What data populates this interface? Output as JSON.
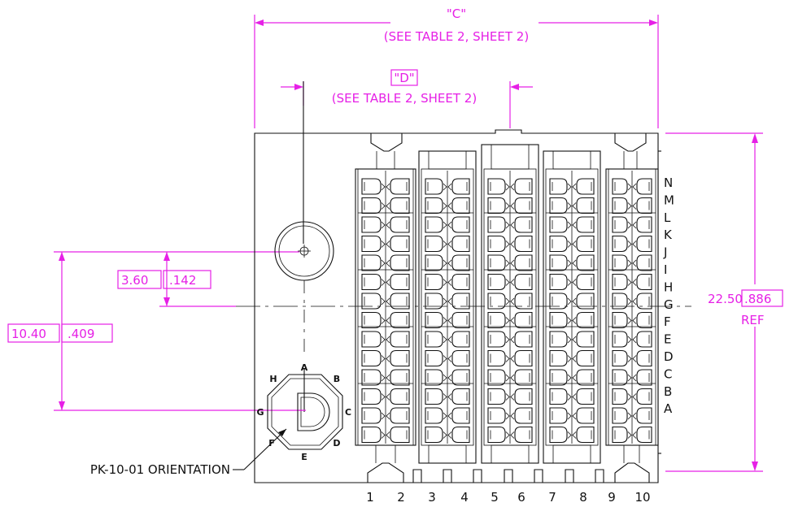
{
  "dimensions": {
    "c_label": "\"C\"",
    "c_note": "(SEE TABLE 2, SHEET 2)",
    "d_label": "\"D\"",
    "d_note": "(SEE TABLE 2, SHEET 2)",
    "height_mm": "22.50",
    "height_in": ".886",
    "height_ref": "REF",
    "offset_small_mm": "3.60",
    "offset_small_in": ".142",
    "offset_large_mm": "10.40",
    "offset_large_in": ".409"
  },
  "rows": [
    "N",
    "M",
    "L",
    "K",
    "J",
    "I",
    "H",
    "G",
    "F",
    "E",
    "D",
    "C",
    "B",
    "A"
  ],
  "columns": [
    "1",
    "2",
    "3",
    "4",
    "5",
    "6",
    "7",
    "8",
    "9",
    "10"
  ],
  "orientation": {
    "label": "PK-10-01 ORIENTATION",
    "letters": [
      "A",
      "B",
      "C",
      "D",
      "E",
      "F",
      "G",
      "H"
    ]
  },
  "colors": {
    "dimension": "#e620e6",
    "line": "#111111"
  }
}
